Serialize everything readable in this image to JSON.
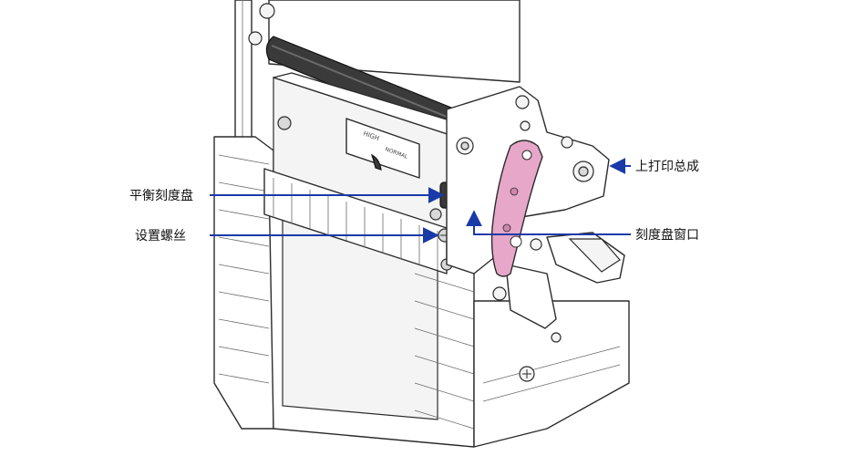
{
  "labels": {
    "upper_print_assembly": "上打印总成",
    "balance_dial": "平衡刻度盘",
    "set_screw": "设置螺丝",
    "dial_window": "刻度盘窗口"
  },
  "printed_markings": {
    "high": "HIGH",
    "normal": "NORMAL"
  },
  "colors": {
    "arrow": "#1a3aa8",
    "lever": "#e7a7c8",
    "roller": "#2f2f2f"
  }
}
